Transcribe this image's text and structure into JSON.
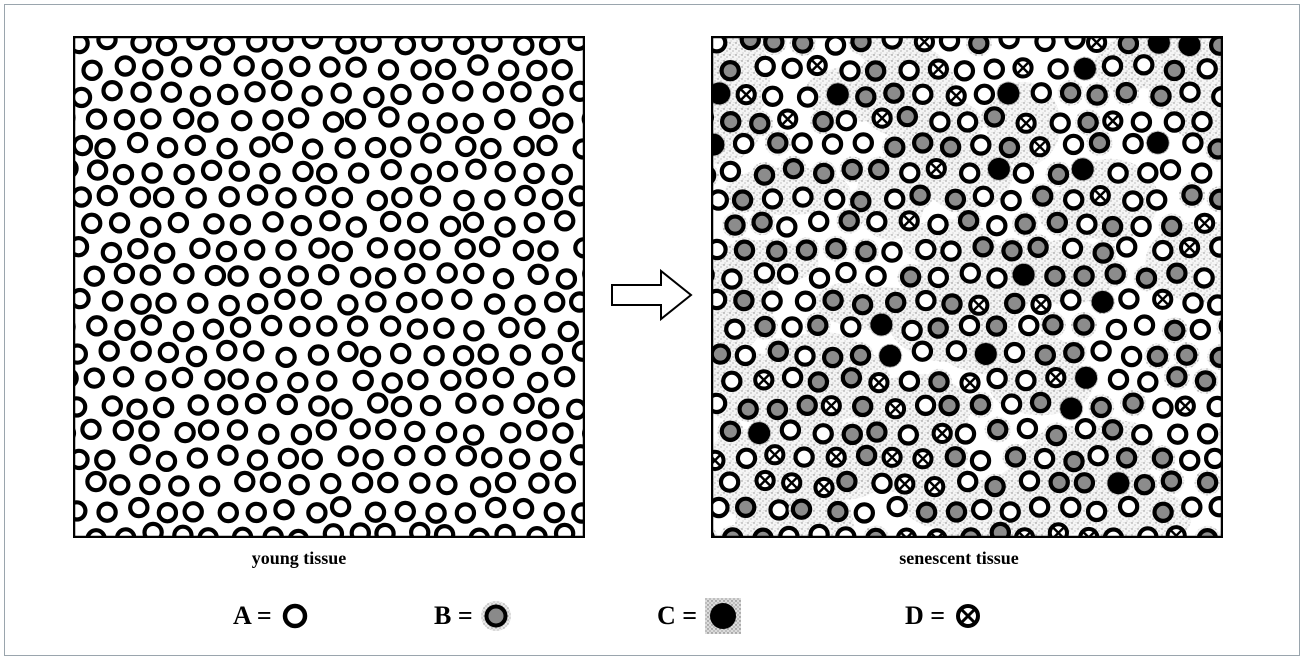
{
  "panels": {
    "young": {
      "caption": "young tissue"
    },
    "senescent": {
      "caption": "senescent tissue"
    }
  },
  "legend": [
    {
      "letter": "A",
      "label": "A =",
      "icon": "open-ring-icon"
    },
    {
      "letter": "B",
      "label": "B =",
      "icon": "stippled-ring-icon"
    },
    {
      "letter": "C",
      "label": "C =",
      "icon": "filled-black-cell-icon"
    },
    {
      "letter": "D",
      "label": "D =",
      "icon": "crossed-ring-icon"
    }
  ],
  "colors": {
    "ink": "#000000",
    "stipple": "#8a8a8a",
    "frame": "#9aa5ad"
  }
}
